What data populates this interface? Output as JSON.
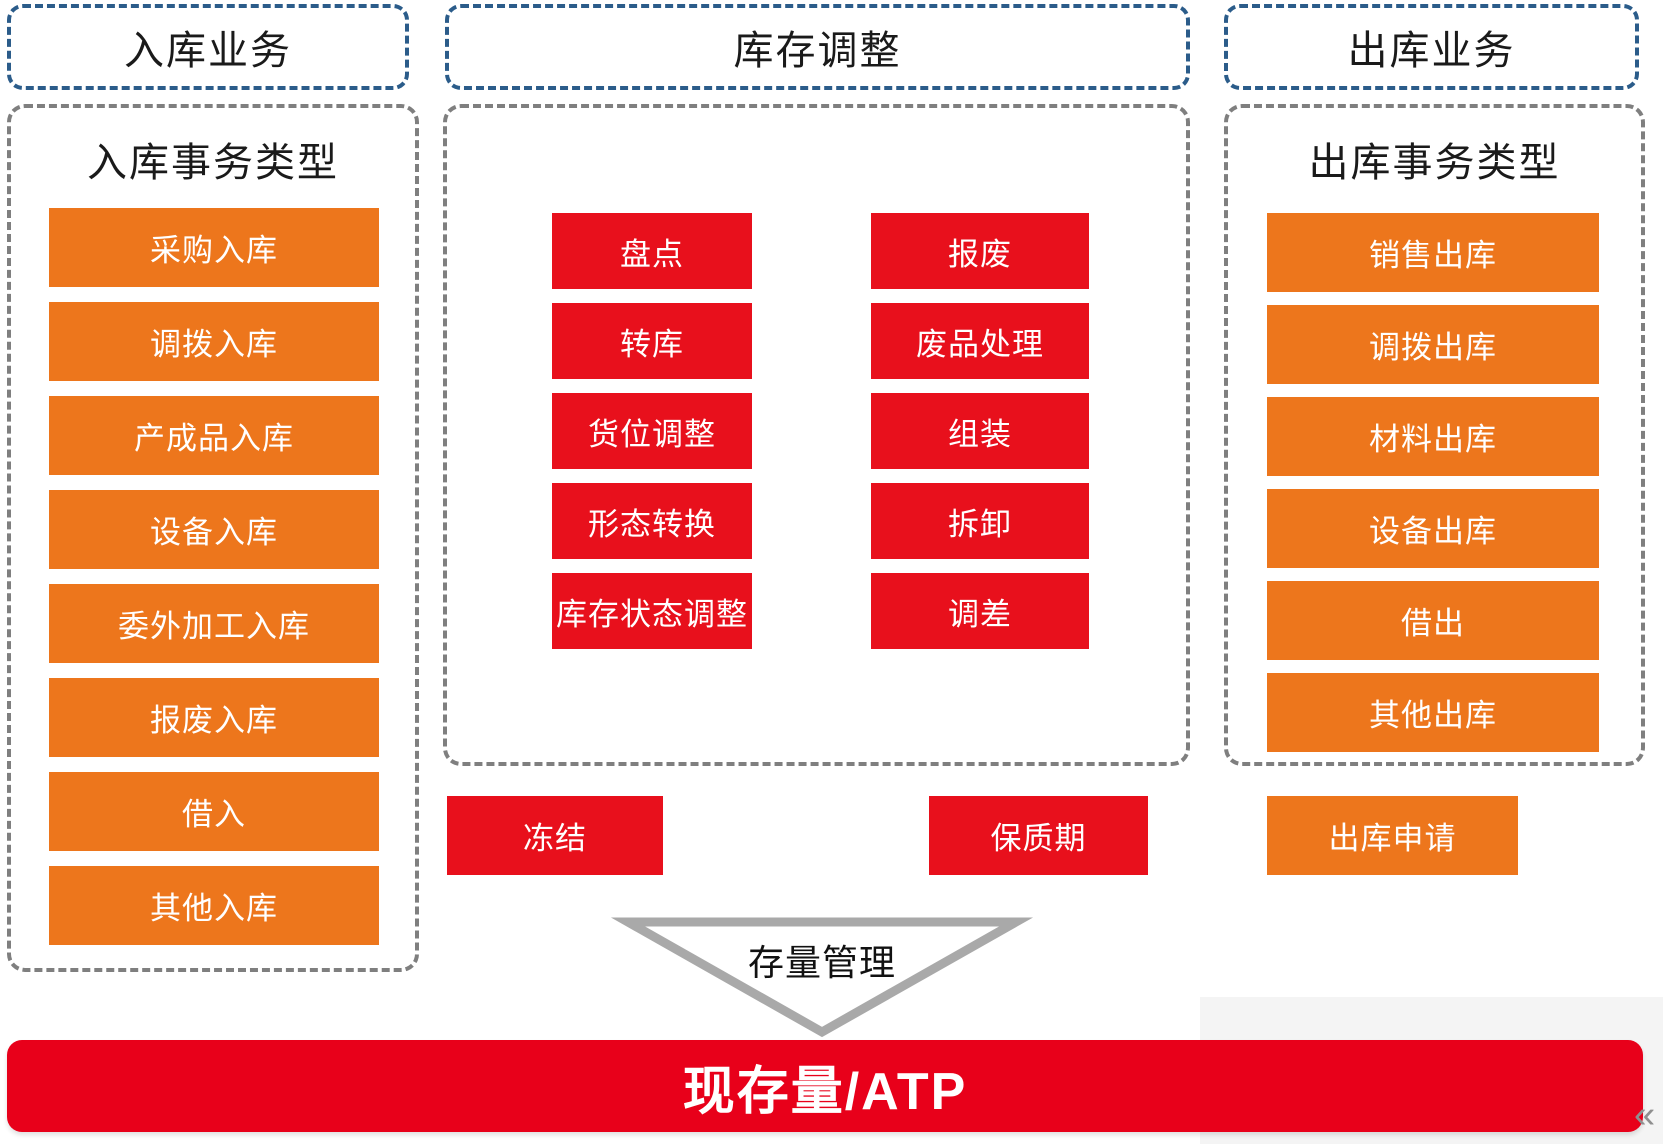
{
  "colors": {
    "orange_button": "#ED761C",
    "red_button": "#E8101C",
    "bar_red": "#E8001A",
    "blue_dash_border": "#2B5C8A",
    "gray_dash_border": "#7F7F7F",
    "triangle_gray": "#A9A9A9",
    "bottom_right_panel": "#F4F4F4"
  },
  "sections": {
    "inbound": {
      "header": "入库业务",
      "box_title": "入库事务类型",
      "buttons": [
        "采购入库",
        "调拨入库",
        "产成品入库",
        "设备入库",
        "委外加工入库",
        "报废入库",
        "借入",
        "其他入库"
      ]
    },
    "adjust": {
      "header": "库存调整",
      "col1": [
        "盘点",
        "转库",
        "货位调整",
        "形态转换",
        "库存状态调整"
      ],
      "col2": [
        "报废",
        "废品处理",
        "组装",
        "拆卸",
        "调差"
      ],
      "extra1": "冻结",
      "extra2": "保质期"
    },
    "outbound": {
      "header": "出库业务",
      "box_title": "出库事务类型",
      "buttons": [
        "销售出库",
        "调拨出库",
        "材料出库",
        "设备出库",
        "借出",
        "其他出库"
      ],
      "extra": "出库申请"
    }
  },
  "funnel": {
    "label": "存量管理"
  },
  "bottom_bar": {
    "label": "现存量/ATP"
  },
  "decor": {
    "chevron": "«"
  }
}
